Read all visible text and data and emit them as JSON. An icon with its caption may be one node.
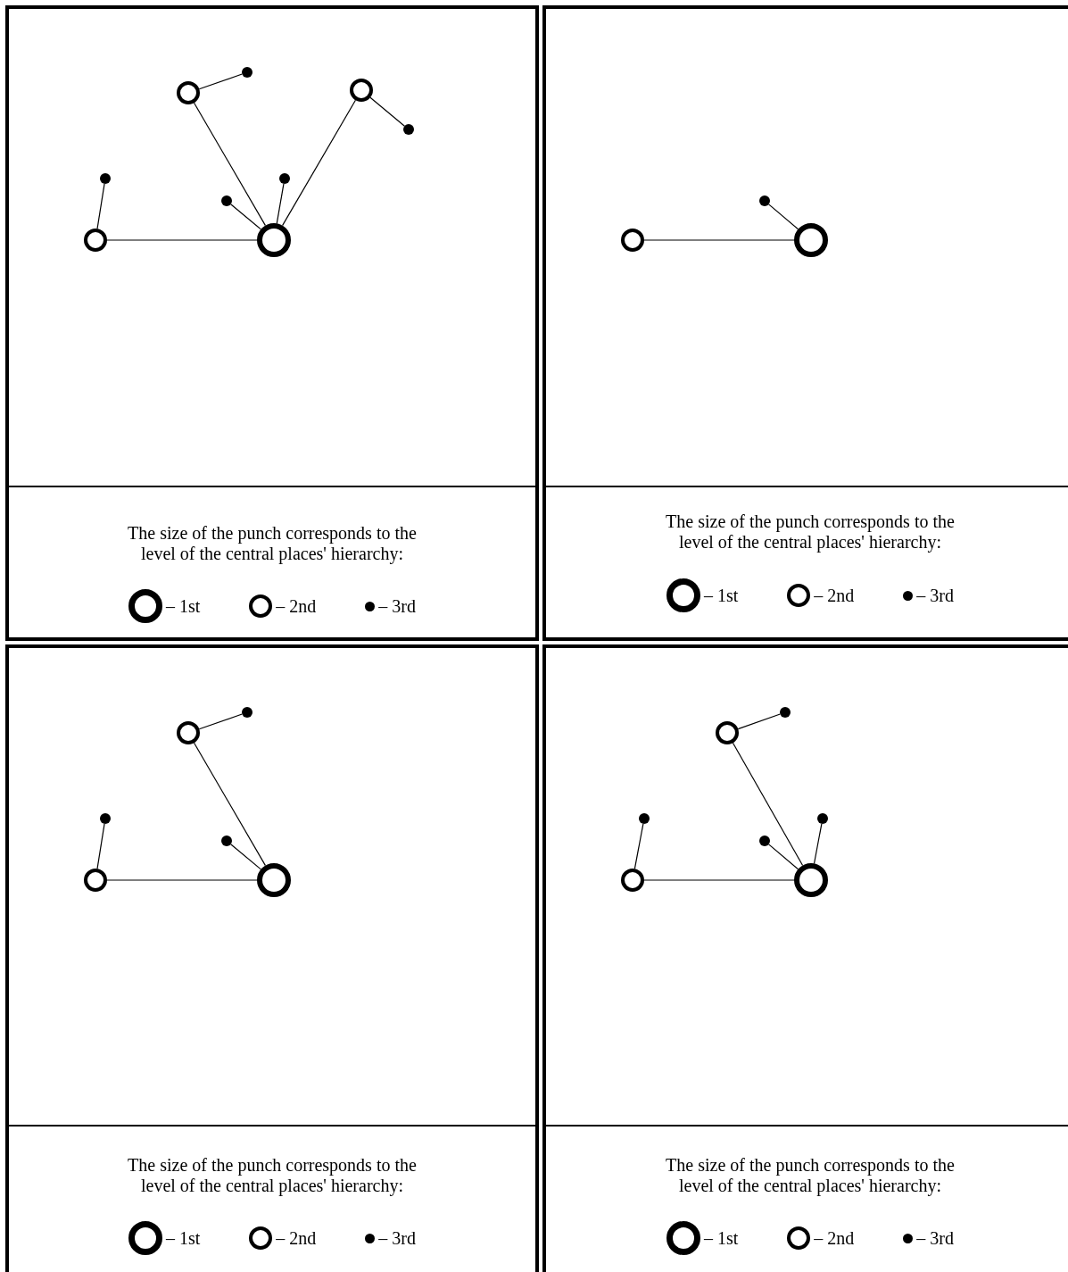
{
  "diagram": {
    "nodes": [
      {
        "text": [],
        "shape": "dot"
      },
      {
        "text": [],
        "shape": "circle"
      },
      {
        "text": [],
        "shape": "circle"
      },
      {
        "text": [],
        "shape": "dot"
      },
      {
        "text": [],
        "shape": "dot"
      },
      {
        "text": [],
        "shape": "dot"
      },
      {
        "text": [],
        "shape": "dot"
      },
      {
        "text": [],
        "shape": "circle"
      },
      {
        "text": [],
        "shape": "circle"
      },
      {
        "text": [],
        "shape": "dot"
      },
      {
        "text": [],
        "shape": "circle"
      },
      {
        "text": [],
        "shape": "circle"
      },
      {
        "text": [],
        "shape": "dot"
      },
      {
        "text": [],
        "shape": "circle"
      },
      {
        "text": [],
        "shape": "dot"
      },
      {
        "text": [],
        "shape": "dot"
      },
      {
        "text": [],
        "shape": "circle"
      },
      {
        "text": [],
        "shape": "circle"
      },
      {
        "text": [],
        "shape": "dot"
      },
      {
        "text": [],
        "shape": "circle"
      },
      {
        "text": [],
        "shape": "dot"
      },
      {
        "text": [],
        "shape": "dot"
      },
      {
        "text": [],
        "shape": "dot"
      },
      {
        "text": [],
        "shape": "circle"
      },
      {
        "text": [],
        "shape": "circle"
      }
    ],
    "edges": [
      {
        "from": 7,
        "to": 8,
        "arrow": "none"
      },
      {
        "from": 4,
        "to": 7,
        "arrow": "none"
      },
      {
        "from": 2,
        "to": 8,
        "arrow": "none"
      },
      {
        "from": 0,
        "to": 2,
        "arrow": "none"
      },
      {
        "from": 1,
        "to": 8,
        "arrow": "none"
      },
      {
        "from": 3,
        "to": 1,
        "arrow": "none"
      },
      {
        "from": 6,
        "to": 8,
        "arrow": "none"
      },
      {
        "from": 5,
        "to": 8,
        "arrow": "none"
      },
      {
        "from": 10,
        "to": 11,
        "arrow": "none"
      },
      {
        "from": 9,
        "to": 11,
        "arrow": "none"
      },
      {
        "from": 16,
        "to": 17,
        "arrow": "none"
      },
      {
        "from": 14,
        "to": 16,
        "arrow": "none"
      },
      {
        "from": 13,
        "to": 17,
        "arrow": "none"
      },
      {
        "from": 12,
        "to": 13,
        "arrow": "none"
      },
      {
        "from": 15,
        "to": 17,
        "arrow": "none"
      },
      {
        "from": 23,
        "to": 24,
        "arrow": "none"
      },
      {
        "from": 20,
        "to": 23,
        "arrow": "none"
      },
      {
        "from": 19,
        "to": 24,
        "arrow": "none"
      },
      {
        "from": 18,
        "to": 19,
        "arrow": "none"
      },
      {
        "from": 22,
        "to": 24,
        "arrow": "none"
      },
      {
        "from": 21,
        "to": 24,
        "arrow": "none"
      }
    ],
    "labels": [
      "The size of the punch corresponds to the level of the central places' hierarchy:",
      "The size of the punch corresponds to the level of the central places' hierarchy:",
      "The size of the punch corresponds to the level of the central places' hierarchy:",
      "The size of the punch corresponds to the level of the central places' hierarchy:"
    ],
    "legend": [
      {
        "text": "– 1st"
      },
      {
        "text": "– 2nd"
      },
      {
        "text": "– 3rd"
      },
      {
        "text": "– 1st"
      },
      {
        "text": "– 2nd"
      },
      {
        "text": "– 3rd"
      },
      {
        "text": "– 1st"
      },
      {
        "text": "– 2nd"
      },
      {
        "text": "– 3rd"
      },
      {
        "text": "– 1st"
      },
      {
        "text": "– 2nd"
      },
      {
        "text": "– 3rd"
      }
    ]
  }
}
